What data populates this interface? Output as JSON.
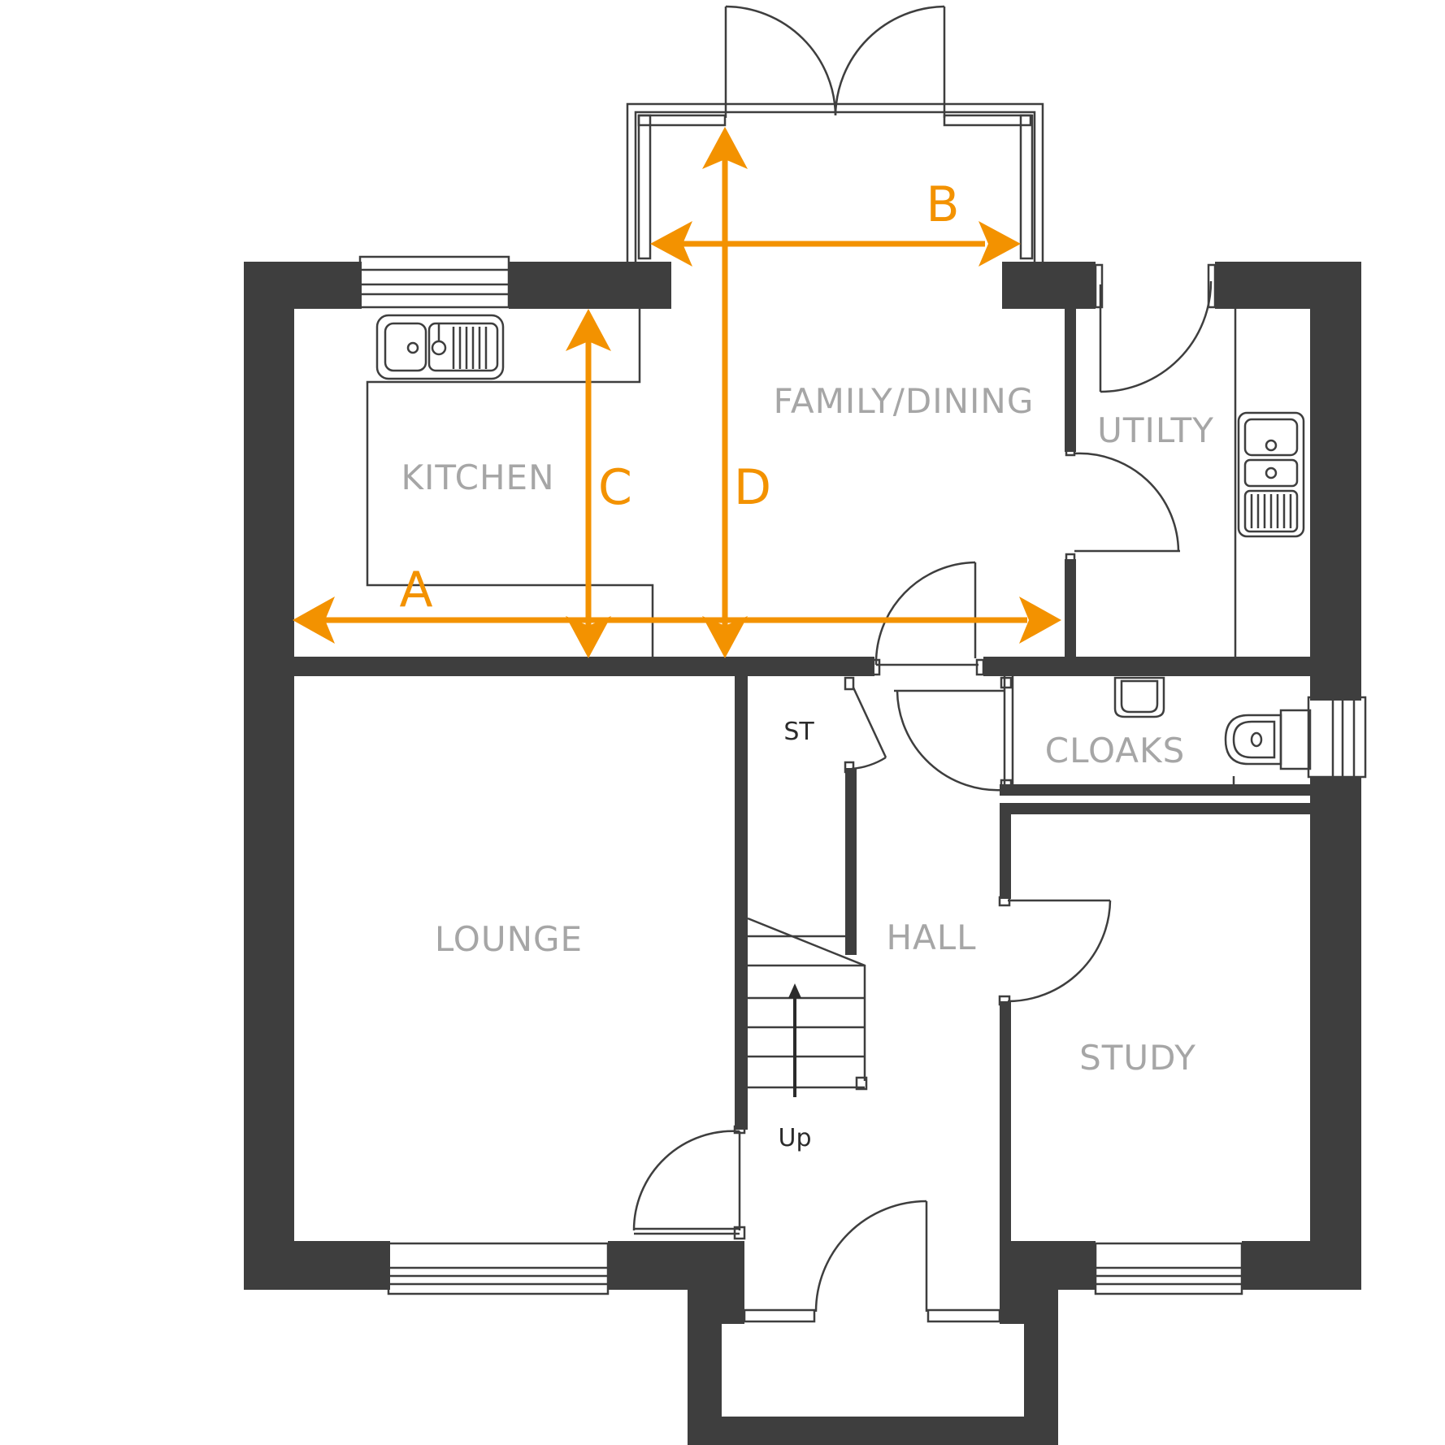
{
  "rooms": {
    "kitchen": "KITCHEN",
    "family_dining": "FAMILY/DINING",
    "utility": "UTILTY",
    "cloaks": "CLOAKS",
    "lounge": "LOUNGE",
    "hall": "HALL",
    "study": "STUDY"
  },
  "labels": {
    "store": "ST",
    "stairs": "Up"
  },
  "dimensions": {
    "a": "A",
    "b": "B",
    "c": "C",
    "d": "D"
  },
  "colors": {
    "wall": "#3e3e3e",
    "dimension": "#f39200",
    "room_label": "#a6a6a6"
  }
}
